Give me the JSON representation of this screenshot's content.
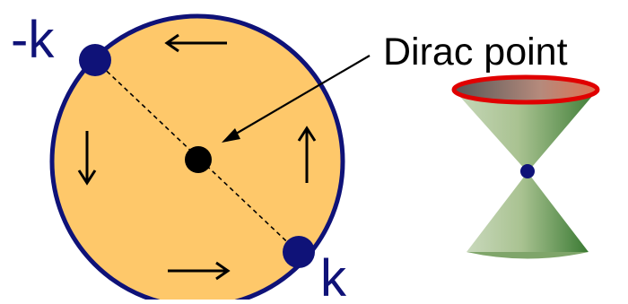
{
  "labels": {
    "minus_k": "-k",
    "k": "k",
    "dirac_point": "Dirac point"
  },
  "arrows": {
    "top": "←",
    "left": "↓",
    "right": "↑",
    "bottom": "→"
  },
  "colors": {
    "fermi_disk_fill": "#fec86a",
    "fermi_disk_stroke": "#0f1278",
    "momentum_point": "#0f1278",
    "dirac_point": "#000000",
    "cone_rim": "#e00000",
    "cone_body": "#9fbb86",
    "cone_dark": "#3a7a33",
    "text": "#000000",
    "k_label": "#0f1278"
  }
}
